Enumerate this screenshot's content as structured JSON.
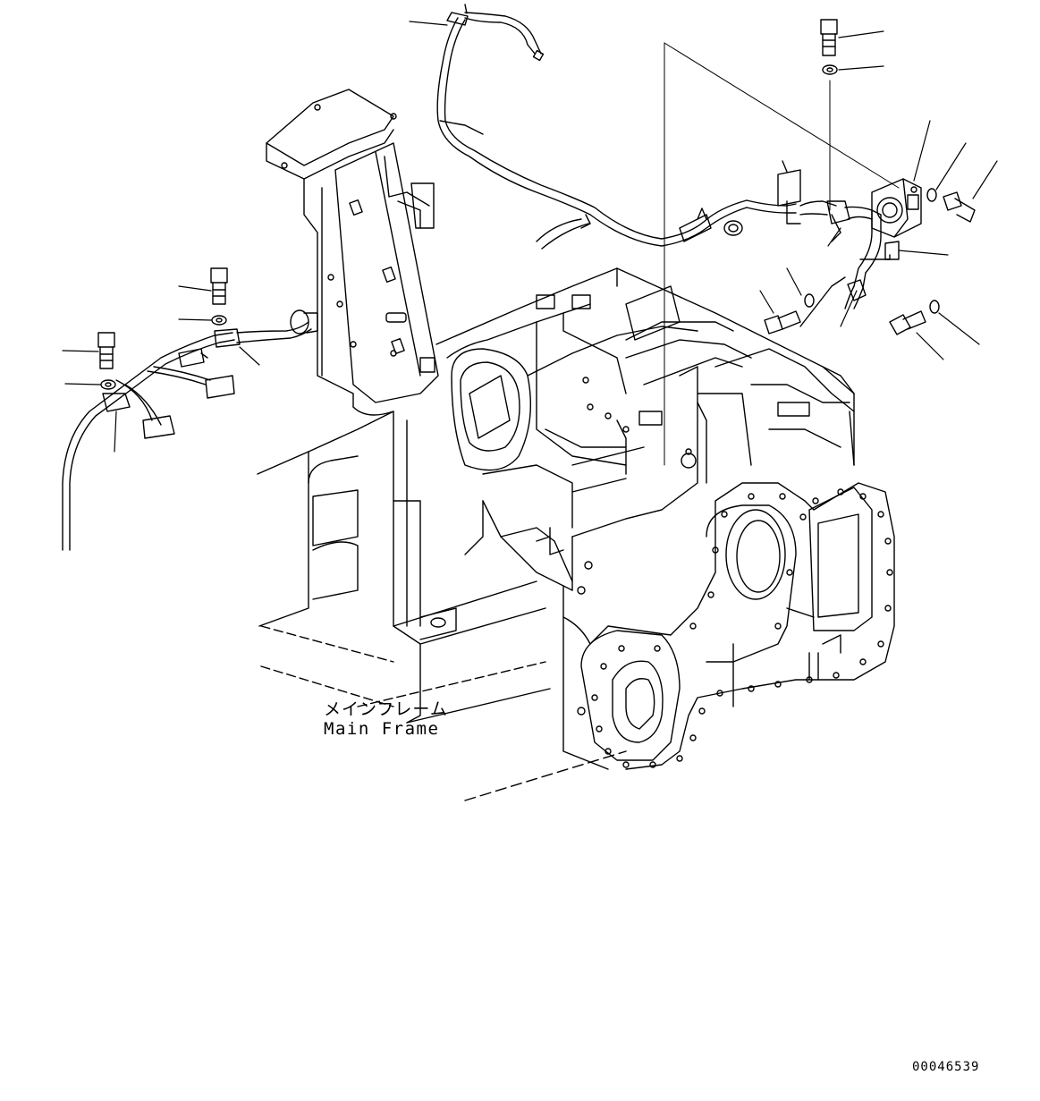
{
  "labels": {
    "frame_label_jp": "メインフレーム",
    "frame_label_en": "Main Frame",
    "drawing_number": "00046539"
  },
  "colors": {
    "line": "#000000",
    "background": "#ffffff"
  }
}
